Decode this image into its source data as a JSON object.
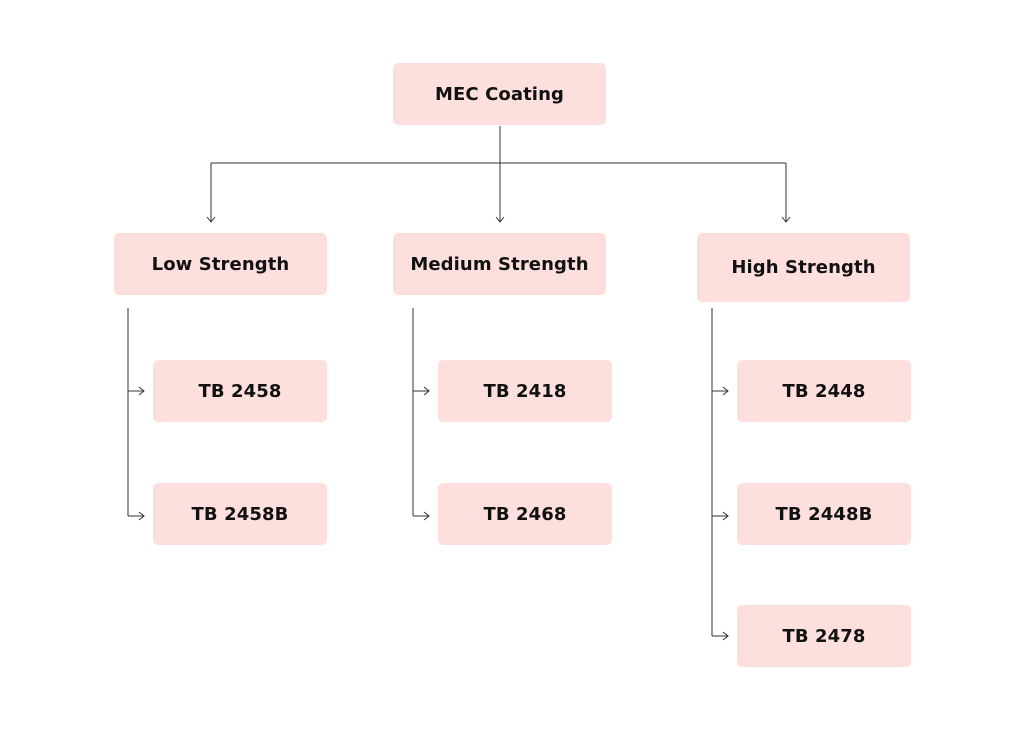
{
  "colors": {
    "box_fill": "#fde0de",
    "text": "#111111",
    "connector": "#333333"
  },
  "root": {
    "label": "MEC Coating"
  },
  "categories": [
    {
      "label": "Low Strength",
      "items": [
        "TB 2458",
        "TB 2458B"
      ]
    },
    {
      "label": "Medium Strength",
      "items": [
        "TB 2418",
        "TB 2468"
      ]
    },
    {
      "label": "High Strength",
      "items": [
        "TB 2448",
        "TB 2448B",
        "TB 2478"
      ]
    }
  ]
}
